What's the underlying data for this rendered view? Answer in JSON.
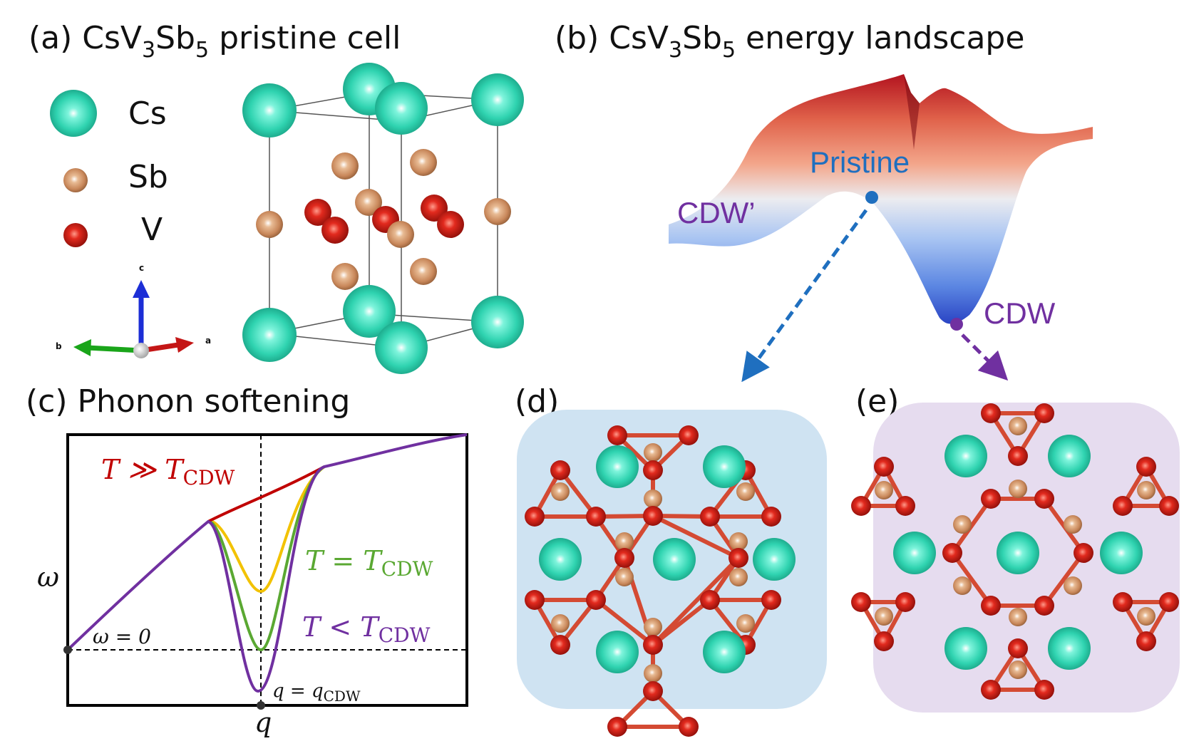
{
  "panels": {
    "a": {
      "title_pre": "(a) CsV",
      "sub1": "3",
      "title_mid": "Sb",
      "sub2": "5",
      "title_post": " pristine cell"
    },
    "b": {
      "title_pre": "(b) CsV",
      "sub1": "3",
      "title_mid": "Sb",
      "sub2": "5",
      "title_post": " energy landscape"
    },
    "c": {
      "title": "(c) Phonon softening"
    },
    "d": {
      "label": "(d)"
    },
    "e": {
      "label": "(e)"
    }
  },
  "legend": {
    "cs": "Cs",
    "sb": "Sb",
    "v": "V"
  },
  "axes3d": {
    "c": "c",
    "b": "b",
    "a": "a"
  },
  "landscape": {
    "pristine": "Pristine",
    "cdw_prime": "CDW’",
    "cdw": "CDW"
  },
  "phonon": {
    "omega": "ω",
    "omega_zero": "ω = 0",
    "q": "q",
    "qcdw_pre": "q = q",
    "qcdw_sub": "CDW",
    "high": {
      "pre": "T ≫ T",
      "sub": "CDW"
    },
    "equal": {
      "pre": "T = T",
      "sub": "CDW"
    },
    "low": {
      "pre": "T < T",
      "sub": "CDW"
    }
  },
  "colors": {
    "cs": "#2fd3b0",
    "sb": "#c8875a",
    "v": "#d11b12",
    "high_T": "#c00000",
    "equal_T": "#5aa832",
    "low_T": "#7030a0",
    "mid_T": "#f2c200",
    "blue_arrow": "#1f6fbf",
    "purple_arrow": "#7030a0",
    "panel_d_bg": "#cfe3f2",
    "panel_e_bg": "#e6dcef"
  }
}
